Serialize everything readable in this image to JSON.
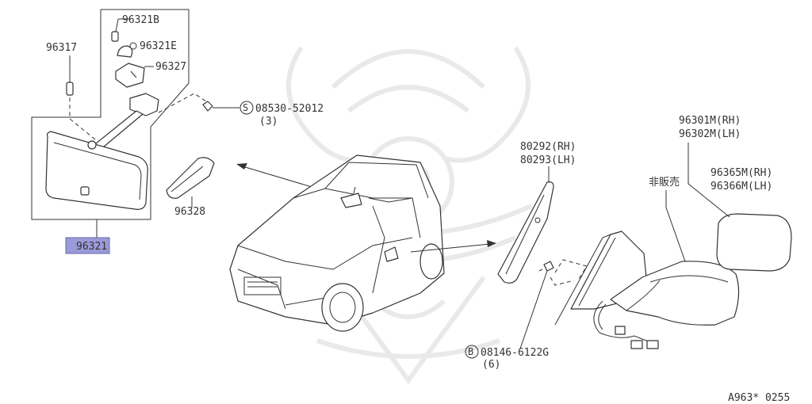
{
  "labels": {
    "p96321B": "96321B",
    "p96321E": "96321E",
    "p96327": "96327",
    "p96317": "96317",
    "screw_code": "08530-52012",
    "screw_qty": "(3)",
    "screw_letter": "S",
    "p96328": "96328",
    "p96321": "96321",
    "p80292": "80292(RH)",
    "p80293": "80293(LH)",
    "bolt_code": "08146-6122G",
    "bolt_qty": "(6)",
    "bolt_letter": "B",
    "p96301M": "96301M(RH)",
    "p96302M": "96302M(LH)",
    "not_for_sale": "非販売",
    "p96365M": "96365M(RH)",
    "p96366M": "96366M(LH)",
    "diagram_code": "A963* 0255"
  },
  "colors": {
    "highlight": "#9a9ad8",
    "ink": "#333333",
    "watermark": "#e9e9e9"
  }
}
